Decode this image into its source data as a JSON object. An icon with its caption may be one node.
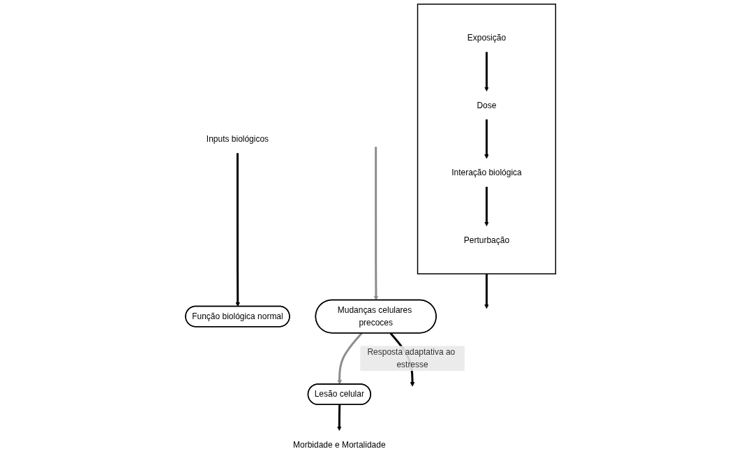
{
  "diagram": {
    "nodes": [
      {
        "text": [],
        "shape": "box"
      },
      {
        "text": [
          "Exposição"
        ],
        "in": 0
      },
      {
        "text": [
          "Dose"
        ],
        "in": 0
      },
      {
        "text": [
          "Interação biológica"
        ],
        "in": 0
      },
      {
        "text": [
          "Perturbação"
        ],
        "in": 0
      },
      {
        "text": [
          "Inputs biológicos"
        ]
      },
      {
        "text": [
          "Função biológica normal"
        ]
      },
      {
        "text": [
          "Mudanças celulares precoces"
        ]
      },
      {
        "text": [
          "Lesão celular"
        ]
      },
      {
        "text": [
          "Morbidade e Mortalidade"
        ]
      }
    ],
    "edges": [
      {
        "from": 1,
        "to": 2,
        "arrow": "to"
      },
      {
        "from": 2,
        "to": 3,
        "arrow": "to"
      },
      {
        "from": 3,
        "to": 4,
        "arrow": "to"
      },
      {
        "from": 0,
        "to": null,
        "arrow": "to"
      },
      {
        "from": 5,
        "to": 6,
        "arrow": "to"
      },
      {
        "from": null,
        "to": 7,
        "arrow": "to",
        "color": "#8c8c8c"
      },
      {
        "from": 7,
        "to": null,
        "arrow": "to",
        "label": "Resposta adaptativa ao estresse"
      },
      {
        "from": 7,
        "to": 8,
        "arrow": "to",
        "color": "#8c8c8c"
      },
      {
        "from": 8,
        "to": 9,
        "arrow": "to"
      }
    ]
  }
}
